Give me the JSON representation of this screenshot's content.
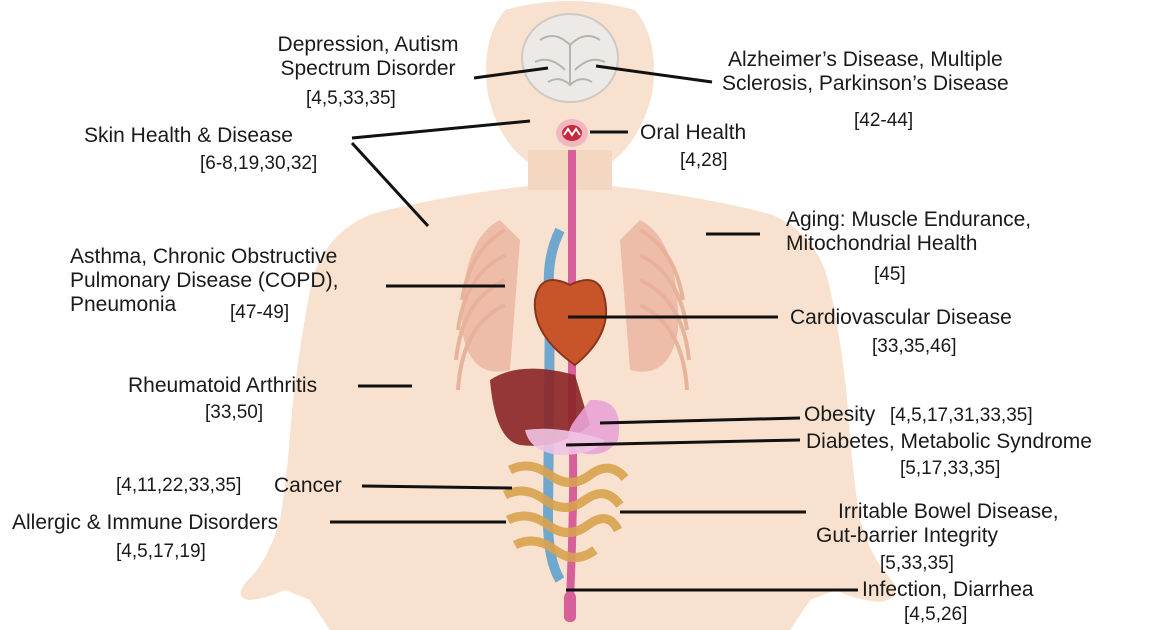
{
  "labels": {
    "depression": {
      "line1": "Depression, Autism",
      "line2": "Spectrum Disorder",
      "refs": "[4,5,33,35]"
    },
    "alzheimers": {
      "line1": "Alzheimer’s Disease, Multiple",
      "line2": "Sclerosis, Parkinson’s Disease",
      "refs": "[42-44]"
    },
    "skin": {
      "line1": "Skin Health & Disease",
      "refs": "[6-8,19,30,32]"
    },
    "oral": {
      "line1": "Oral Health",
      "refs": "[4,28]"
    },
    "aging": {
      "line1": "Aging: Muscle Endurance,",
      "line2": "Mitochondrial Health",
      "refs": "[45]"
    },
    "asthma": {
      "line1": "Asthma, Chronic Obstructive",
      "line2": "Pulmonary Disease (COPD),",
      "line3": "Pneumonia",
      "refs": "[47-49]"
    },
    "cardio": {
      "line1": "Cardiovascular Disease",
      "refs": "[33,35,46]"
    },
    "rheumatoid": {
      "line1": "Rheumatoid Arthritis",
      "refs": "[33,50]"
    },
    "obesity": {
      "line1": "Obesity",
      "refs": "[4,5,17,31,33,35]"
    },
    "diabetes": {
      "line1": "Diabetes, Metabolic Syndrome",
      "refs": "[5,17,33,35]"
    },
    "cancer": {
      "line1": "Cancer",
      "refs": "[4,11,22,33,35]"
    },
    "allergic": {
      "line1": "Allergic & Immune Disorders",
      "refs": "[4,5,17,19]"
    },
    "ibd": {
      "line1": "Irritable Bowel Disease,",
      "line2": "Gut-barrier Integrity",
      "refs": "[5,33,35]"
    },
    "infection": {
      "line1": "Infection, Diarrhea",
      "refs": "[4,5,26]"
    }
  },
  "colors": {
    "body": "#f8e2cf",
    "line": "#111111",
    "brain": "#ece9e6",
    "heart": "#c8552a",
    "liver": "#8b2526",
    "intestine": "#d9a24e",
    "pancreas": "#e9a3d6",
    "gut_tube": "#d7609a",
    "aorta": "#6fa7cf"
  }
}
